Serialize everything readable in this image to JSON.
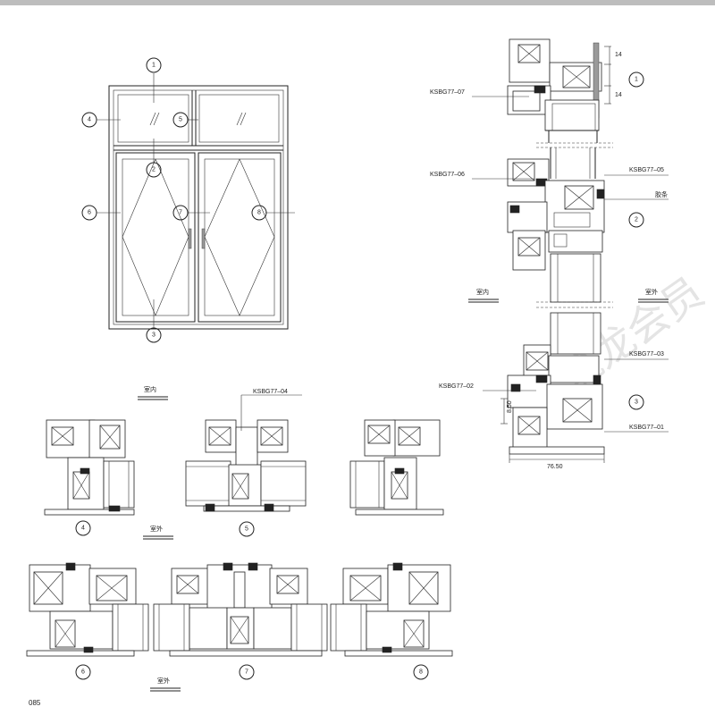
{
  "callouts": [
    "1",
    "2",
    "3",
    "4",
    "5",
    "6",
    "7",
    "8"
  ],
  "section_callouts": [
    "1",
    "2",
    "3"
  ],
  "profile_codes": {
    "k07": "KSBG77–07",
    "k06": "KSBG77–06",
    "k05": "KSBG77–05",
    "k03": "KSBG77–03",
    "k02": "KSBG77–02",
    "k01": "KSBG77–01",
    "k04": "KSBG77–04"
  },
  "labels": {
    "indoor": "室内",
    "outdoor": "室外",
    "gasket": "胶条"
  },
  "dimensions": {
    "d14a": "14",
    "d14b": "14",
    "d850": "8.50",
    "width": "76.50"
  },
  "page_number": "085",
  "watermark": "筑龙会员"
}
